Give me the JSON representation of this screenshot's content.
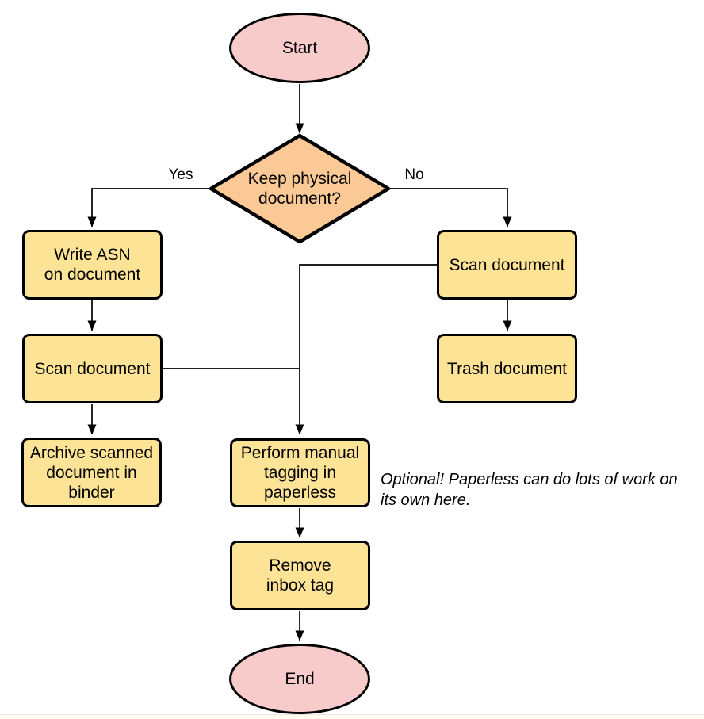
{
  "colors": {
    "canvas_bg": "#FFFFFF",
    "terminal_fill": "#F8CBCB",
    "decision_fill": "#FBC996",
    "process_fill": "#FDE395",
    "node_stroke": "#000000",
    "edge_color": "#000000",
    "text_color": "#000000",
    "footer_bg": "#FFFDF3",
    "footer_border": "#E9E9E2"
  },
  "nodes": {
    "start": {
      "label": "Start"
    },
    "decision": {
      "label": "Keep physical\ndocument?"
    },
    "write_asn": {
      "label": "Write ASN\non document"
    },
    "scan_left": {
      "label": "Scan document"
    },
    "archive": {
      "label": "Archive scanned\ndocument in\nbinder"
    },
    "scan_right": {
      "label": "Scan document"
    },
    "trash": {
      "label": "Trash document"
    },
    "tagging": {
      "label": "Perform manual\ntagging in\npaperless"
    },
    "remove_inbox": {
      "label": "Remove\ninbox tag"
    },
    "end": {
      "label": "End"
    }
  },
  "edges": {
    "yes_label": "Yes",
    "no_label": "No"
  },
  "annotation": {
    "text": "Optional! Paperless can do lots of work on\nits own here."
  }
}
